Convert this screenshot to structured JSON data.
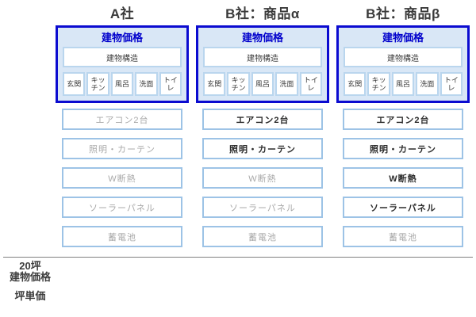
{
  "columns": [
    {
      "title": "A社",
      "price_label": "建物価格",
      "structure_label": "建物構造",
      "parts": [
        "玄関",
        "キッチン",
        "風呂",
        "洗面",
        "トイレ"
      ],
      "options": [
        {
          "label": "エアコン2台",
          "included": false
        },
        {
          "label": "照明・カーテン",
          "included": false
        },
        {
          "label": "W断熱",
          "included": false
        },
        {
          "label": "ソーラーパネル",
          "included": false
        },
        {
          "label": "蓄電池",
          "included": false
        }
      ]
    },
    {
      "title": "B社：商品α",
      "price_label": "建物価格",
      "structure_label": "建物構造",
      "parts": [
        "玄関",
        "キッチン",
        "風呂",
        "洗面",
        "トイレ"
      ],
      "options": [
        {
          "label": "エアコン2台",
          "included": true
        },
        {
          "label": "照明・カーテン",
          "included": true
        },
        {
          "label": "W断熱",
          "included": false
        },
        {
          "label": "ソーラーパネル",
          "included": false
        },
        {
          "label": "蓄電池",
          "included": false
        }
      ]
    },
    {
      "title": "B社：商品β",
      "price_label": "建物価格",
      "structure_label": "建物構造",
      "parts": [
        "玄関",
        "キッチン",
        "風呂",
        "洗面",
        "トイレ"
      ],
      "options": [
        {
          "label": "エアコン2台",
          "included": true
        },
        {
          "label": "照明・カーテン",
          "included": true
        },
        {
          "label": "W断熱",
          "included": true
        },
        {
          "label": "ソーラーパネル",
          "included": true
        },
        {
          "label": "蓄電池",
          "included": false
        }
      ]
    }
  ],
  "footer": {
    "area": "20坪",
    "building_price": "建物価格",
    "unit_price": "坪単価"
  },
  "colors": {
    "accent_border": "#0b0bd0",
    "accent_text": "#0000cc",
    "panel_fill": "#d9e7f6",
    "inner_border": "#bad6ee",
    "option_border": "#9dc3e6",
    "muted_text": "#a9a9a9",
    "dark_text": "#3d3d3d",
    "title_text": "#3a3a3a",
    "divider": "#7f7f7f"
  }
}
